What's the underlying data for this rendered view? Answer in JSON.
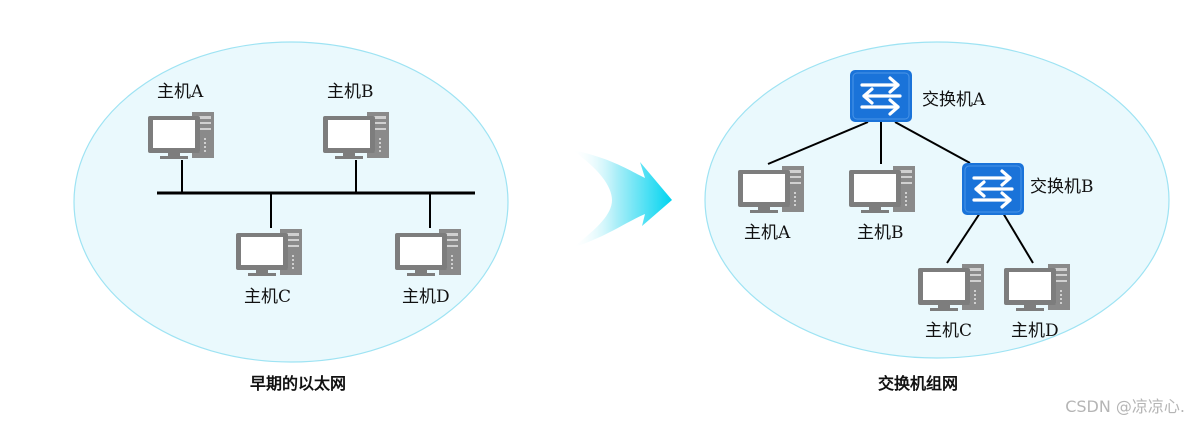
{
  "left_diagram": {
    "caption": "早期的以太网",
    "hosts": {
      "a": "主机A",
      "b": "主机B",
      "c": "主机C",
      "d": "主机D"
    }
  },
  "right_diagram": {
    "caption": "交换机组网",
    "switches": {
      "a": "交换机A",
      "b": "交换机B"
    },
    "hosts": {
      "a": "主机A",
      "b": "主机B",
      "c": "主机C",
      "d": "主机D"
    }
  },
  "watermark": "CSDN @凉凉心.",
  "colors": {
    "ellipse_fill": "#eaf9fd",
    "ellipse_stroke": "#9ee3f3",
    "computer_gray": "#808080",
    "switch_blue": "#1a73d9",
    "arrow_cyan": "#00d4f0",
    "line": "#000000"
  },
  "icons": [
    "computer-icon",
    "switch-icon",
    "arrow-icon"
  ]
}
